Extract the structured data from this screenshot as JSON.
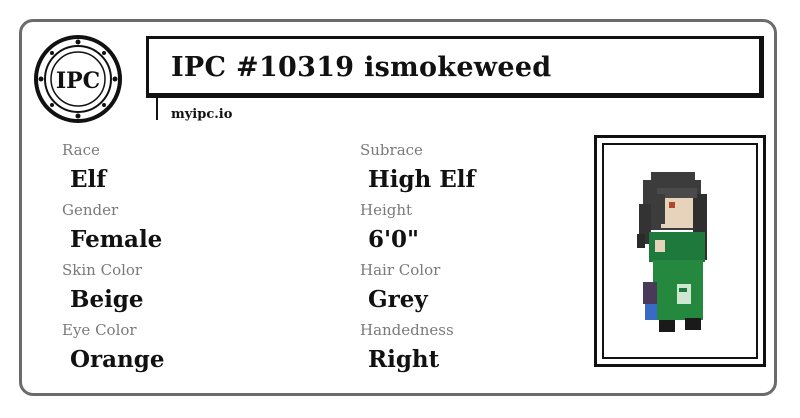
{
  "header": {
    "logo_text": "IPC",
    "title": "IPC #10319 ismokeweed",
    "site": "myipc.io"
  },
  "attributes": {
    "race": {
      "label": "Race",
      "value": "Elf"
    },
    "subrace": {
      "label": "Subrace",
      "value": "High Elf"
    },
    "gender": {
      "label": "Gender",
      "value": "Female"
    },
    "height": {
      "label": "Height",
      "value": "6'0\""
    },
    "skin_color": {
      "label": "Skin Color",
      "value": "Beige"
    },
    "hair_color": {
      "label": "Hair Color",
      "value": "Grey"
    },
    "eye_color": {
      "label": "Eye Color",
      "value": "Orange"
    },
    "handedness": {
      "label": "Handedness",
      "value": "Right"
    }
  },
  "portrait": {
    "icon": "pixel-character-sprite",
    "colors": {
      "hair": "#3c3c3c",
      "skin": "#e7d3bc",
      "cloak": "#1e7a3c",
      "boots": "#1a1a1a"
    }
  }
}
